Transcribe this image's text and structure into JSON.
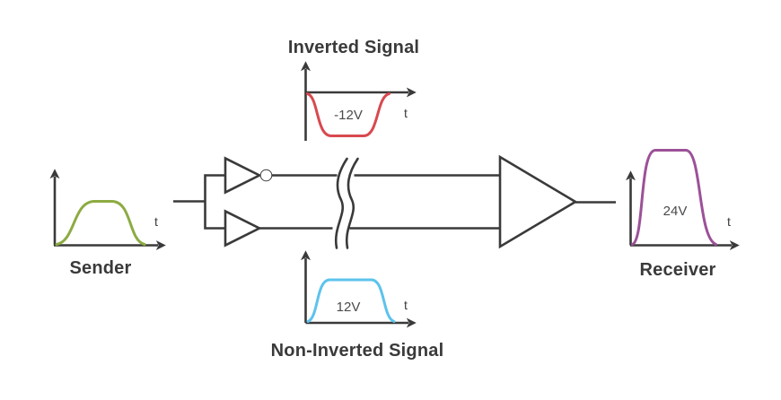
{
  "colors": {
    "ink": "#3a3a3a",
    "label_text": "#4a4a4a",
    "background": "#ffffff",
    "sender_waveform": "#8cab43",
    "inverted_waveform": "#d8494f",
    "non_inverted_waveform": "#5cc3ed",
    "receiver_waveform": "#9c5198"
  },
  "diagram": {
    "sender_graph": {
      "title": "Sender",
      "time_axis_label": "t"
    },
    "inverted_graph": {
      "title": "Inverted Signal",
      "voltage_label": "-12V",
      "time_axis_label": "t"
    },
    "non_inverted_graph": {
      "title": "Non-Inverted Signal",
      "voltage_label": "12V",
      "time_axis_label": "t"
    },
    "receiver_graph": {
      "title": "Receiver",
      "voltage_label": "24V",
      "time_axis_label": "t"
    }
  }
}
